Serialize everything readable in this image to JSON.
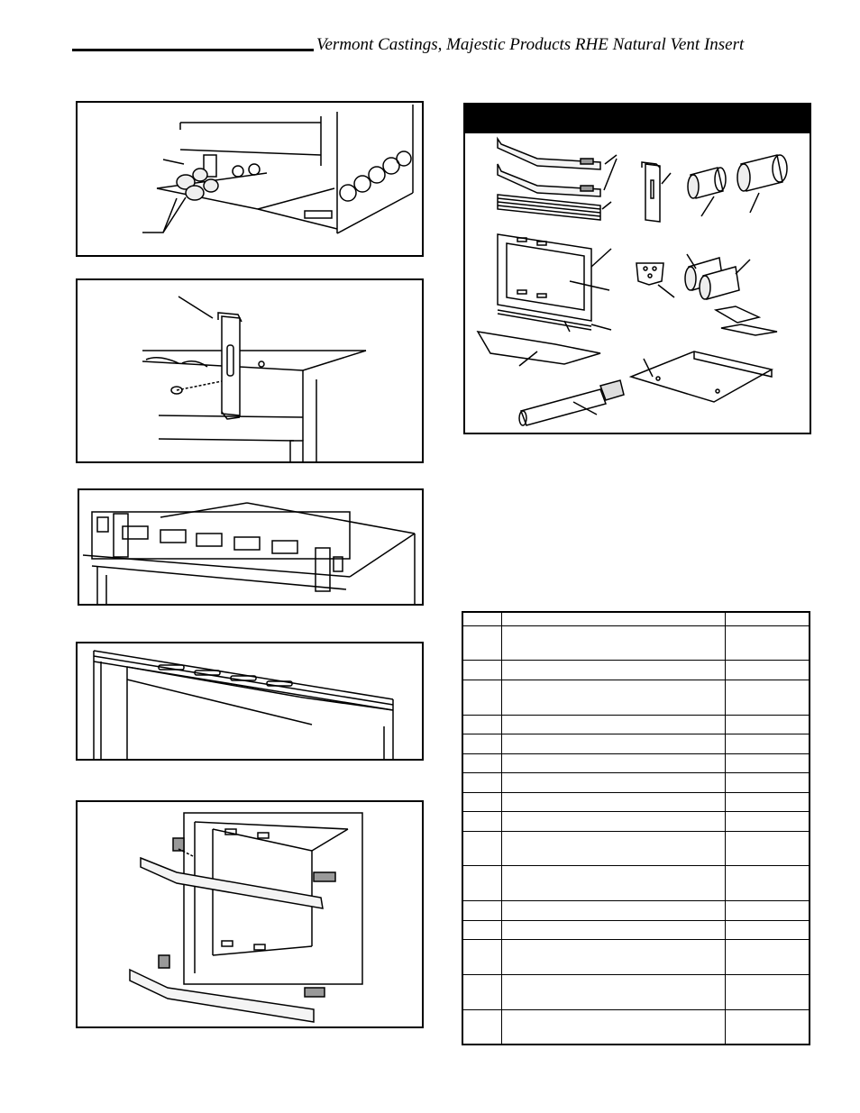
{
  "header": {
    "title": "Vermont Castings, Majestic Products RHE Natural Vent Insert"
  },
  "figures": [
    {
      "name": "fig-valve-knobs"
    },
    {
      "name": "fig-hanger-bracket"
    },
    {
      "name": "fig-louver-mounted"
    },
    {
      "name": "fig-louver-detail"
    },
    {
      "name": "fig-trim-assembly"
    }
  ],
  "kit": {
    "icons": [
      "trim-bar-icon",
      "louver-icon",
      "front-frame-icon",
      "glass-panel-icon",
      "hanger-bracket-icon",
      "knob-icon",
      "hinge-plate-icon",
      "magnet-pad-icon",
      "base-plate-icon",
      "tube-icon"
    ]
  },
  "parts_table": {
    "row_count": 17,
    "rows": [
      {
        "no": "",
        "description": "",
        "part": ""
      },
      {
        "no": "",
        "description": "",
        "part": ""
      },
      {
        "no": "",
        "description": "",
        "part": ""
      },
      {
        "no": "",
        "description": "",
        "part": ""
      },
      {
        "no": "",
        "description": "",
        "part": ""
      },
      {
        "no": "",
        "description": "",
        "part": ""
      },
      {
        "no": "",
        "description": "",
        "part": ""
      },
      {
        "no": "",
        "description": "",
        "part": ""
      },
      {
        "no": "",
        "description": "",
        "part": ""
      },
      {
        "no": "",
        "description": "",
        "part": ""
      },
      {
        "no": "",
        "description": "",
        "part": ""
      },
      {
        "no": "",
        "description": "",
        "part": ""
      },
      {
        "no": "",
        "description": "",
        "part": ""
      },
      {
        "no": "",
        "description": "",
        "part": ""
      },
      {
        "no": "",
        "description": "",
        "part": ""
      },
      {
        "no": "",
        "description": "",
        "part": ""
      },
      {
        "no": "",
        "description": "",
        "part": ""
      }
    ]
  }
}
